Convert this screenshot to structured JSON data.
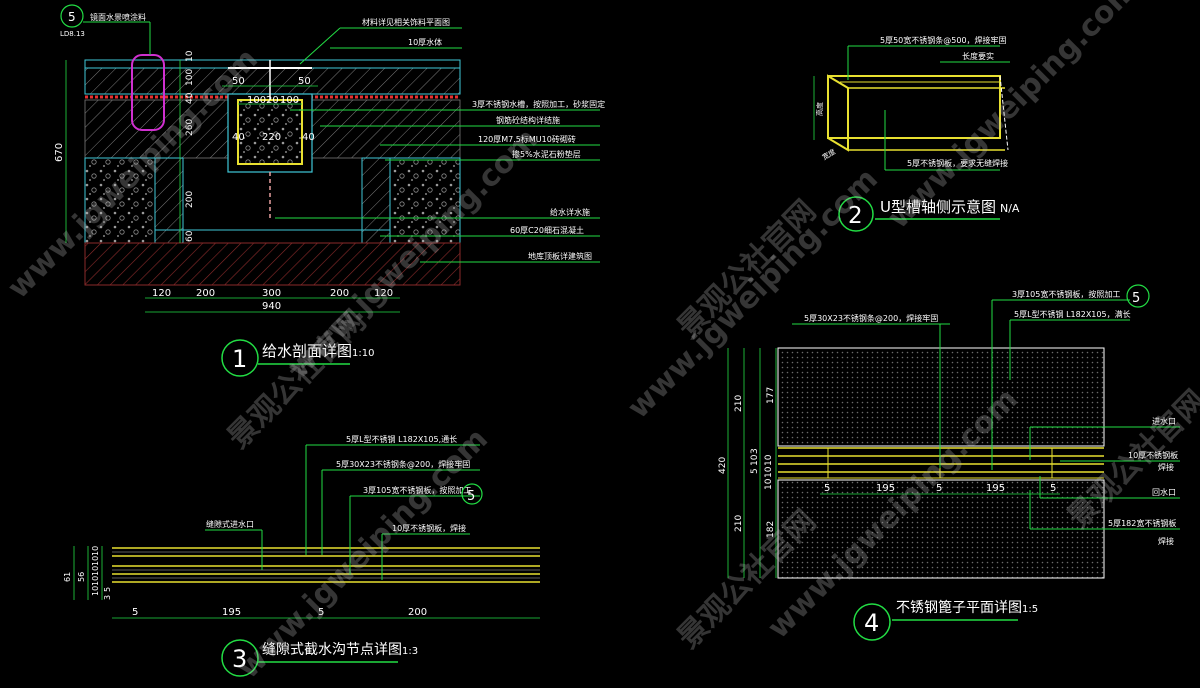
{
  "colors": {
    "background": "#000000",
    "green": "#22dd44",
    "white": "#ffffff",
    "yellow": "#e8e030",
    "cyan": "#3fc8d8",
    "red": "#e83030",
    "magenta": "#d030d0",
    "gray": "#7a7a7a",
    "darkred": "#8a2a2a"
  },
  "watermark": {
    "url": "www.jgweiping.com",
    "brand": "景观公社官网"
  },
  "d1": {
    "title": "给水剖面详图",
    "scale": "1:10",
    "number": "1",
    "callout_num": "5",
    "callout_ref": "LD8.13",
    "callout_label": "镜面水景喷涂料",
    "labels": [
      "材料详见相关饰料平面图",
      "10厚水体",
      "3厚不锈钢水槽，按照加工，砂浆固定",
      "钢筋砼结构详结施",
      "120厚M7.5标MU10砖砌砖",
      "掺5%水泥石粉垫层",
      "给水详水施",
      "60厚C20细石混凝土",
      "地库顶板详建筑图"
    ],
    "dims_h": [
      "120",
      "200",
      "300",
      "200",
      "120"
    ],
    "dim_total": "940",
    "dim_inner": [
      "50",
      "50",
      "100",
      "20",
      "100",
      "40",
      "220",
      "40"
    ],
    "dims_v": [
      "10",
      "100",
      "40",
      "260",
      "200",
      "60"
    ],
    "dim_v_total": "670"
  },
  "d2": {
    "title": "U型槽轴侧示意图",
    "scale": "N/A",
    "number": "2",
    "label_top": "5厚50宽不锈钢条@500，焊接牢固",
    "label_right": "长度要实",
    "label_bottom": "5厚不锈钢板，要求无缝焊接",
    "label_left": "高度",
    "label_left2": "宽度"
  },
  "d3": {
    "title": "缝隙式截水沟节点详图",
    "scale": "1:3",
    "number": "3",
    "callout_num": "5",
    "labels": [
      "5厚L型不锈钢 L182X105,通长",
      "5厚30X23不锈钢条@200，焊接牢固",
      "3厚105宽不锈钢板，按照加工",
      "缝隙式进水口",
      "10厚不锈钢板，焊接"
    ],
    "dims_h": [
      "5",
      "195",
      "5",
      "200"
    ],
    "dims_v": [
      "61",
      "56",
      "10",
      "10",
      "10",
      "10",
      "10",
      "3",
      "5"
    ]
  },
  "d4": {
    "title": "不锈钢篦子平面详图",
    "scale": "1:5",
    "number": "4",
    "callout_num": "5",
    "labels_top": [
      "3厚105宽不锈钢板，按照加工",
      "5厚L型不锈钢 L182X105，满长",
      "5厚30X23不锈钢条@200，焊接牢固"
    ],
    "labels_right": [
      "进水口",
      "10厚不锈钢板",
      "焊接",
      "回水口",
      "5厚182宽不锈钢板",
      "焊接"
    ],
    "dims_h": [
      "5",
      "195",
      "5",
      "195",
      "5"
    ],
    "dims_v": [
      "420",
      "210",
      "210",
      "177",
      "182"
    ],
    "dims_v_mid": [
      "3",
      "10",
      "5",
      "10",
      "10",
      "10"
    ]
  }
}
